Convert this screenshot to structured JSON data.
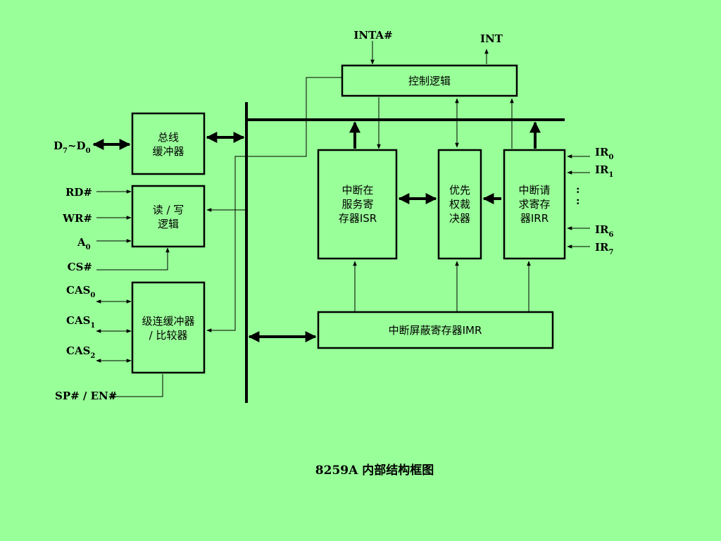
{
  "blocks": {
    "control": "控制逻辑",
    "bus_buffer_1": "总线",
    "bus_buffer_2": "缓冲器",
    "rw_1": "读 / 写",
    "rw_2": "逻辑",
    "cascade_1": "级连缓冲器",
    "cascade_2": "/ 比较器",
    "isr_1": "中断在",
    "isr_2": "服务寄",
    "isr_3": "存器ISR",
    "prio_1": "优先",
    "prio_2": "权裁",
    "prio_3": "决器",
    "irr_1": "中断请",
    "irr_2": "求寄存",
    "irr_3": "器IRR",
    "imr": "中断屏蔽寄存器IMR"
  },
  "signals": {
    "inta": "INTA#",
    "int": "INT",
    "data_main": "D",
    "data_sub7": "7",
    "data_tilde": "~D",
    "data_sub0": "0",
    "rd": "RD#",
    "wr": "WR#",
    "a_main": "A",
    "a_sub": "0",
    "cs": "CS#",
    "cas_main": "CAS",
    "cas_sub0": "0",
    "cas_sub1": "1",
    "cas_sub2": "2",
    "sp_en": "SP# / EN#",
    "ir_main": "IR",
    "ir_sub0": "0",
    "ir_sub1": "1",
    "ir_sub6": "6",
    "ir_sub7": "7",
    "dots": ":"
  },
  "caption": "8259A 内部结构框图"
}
